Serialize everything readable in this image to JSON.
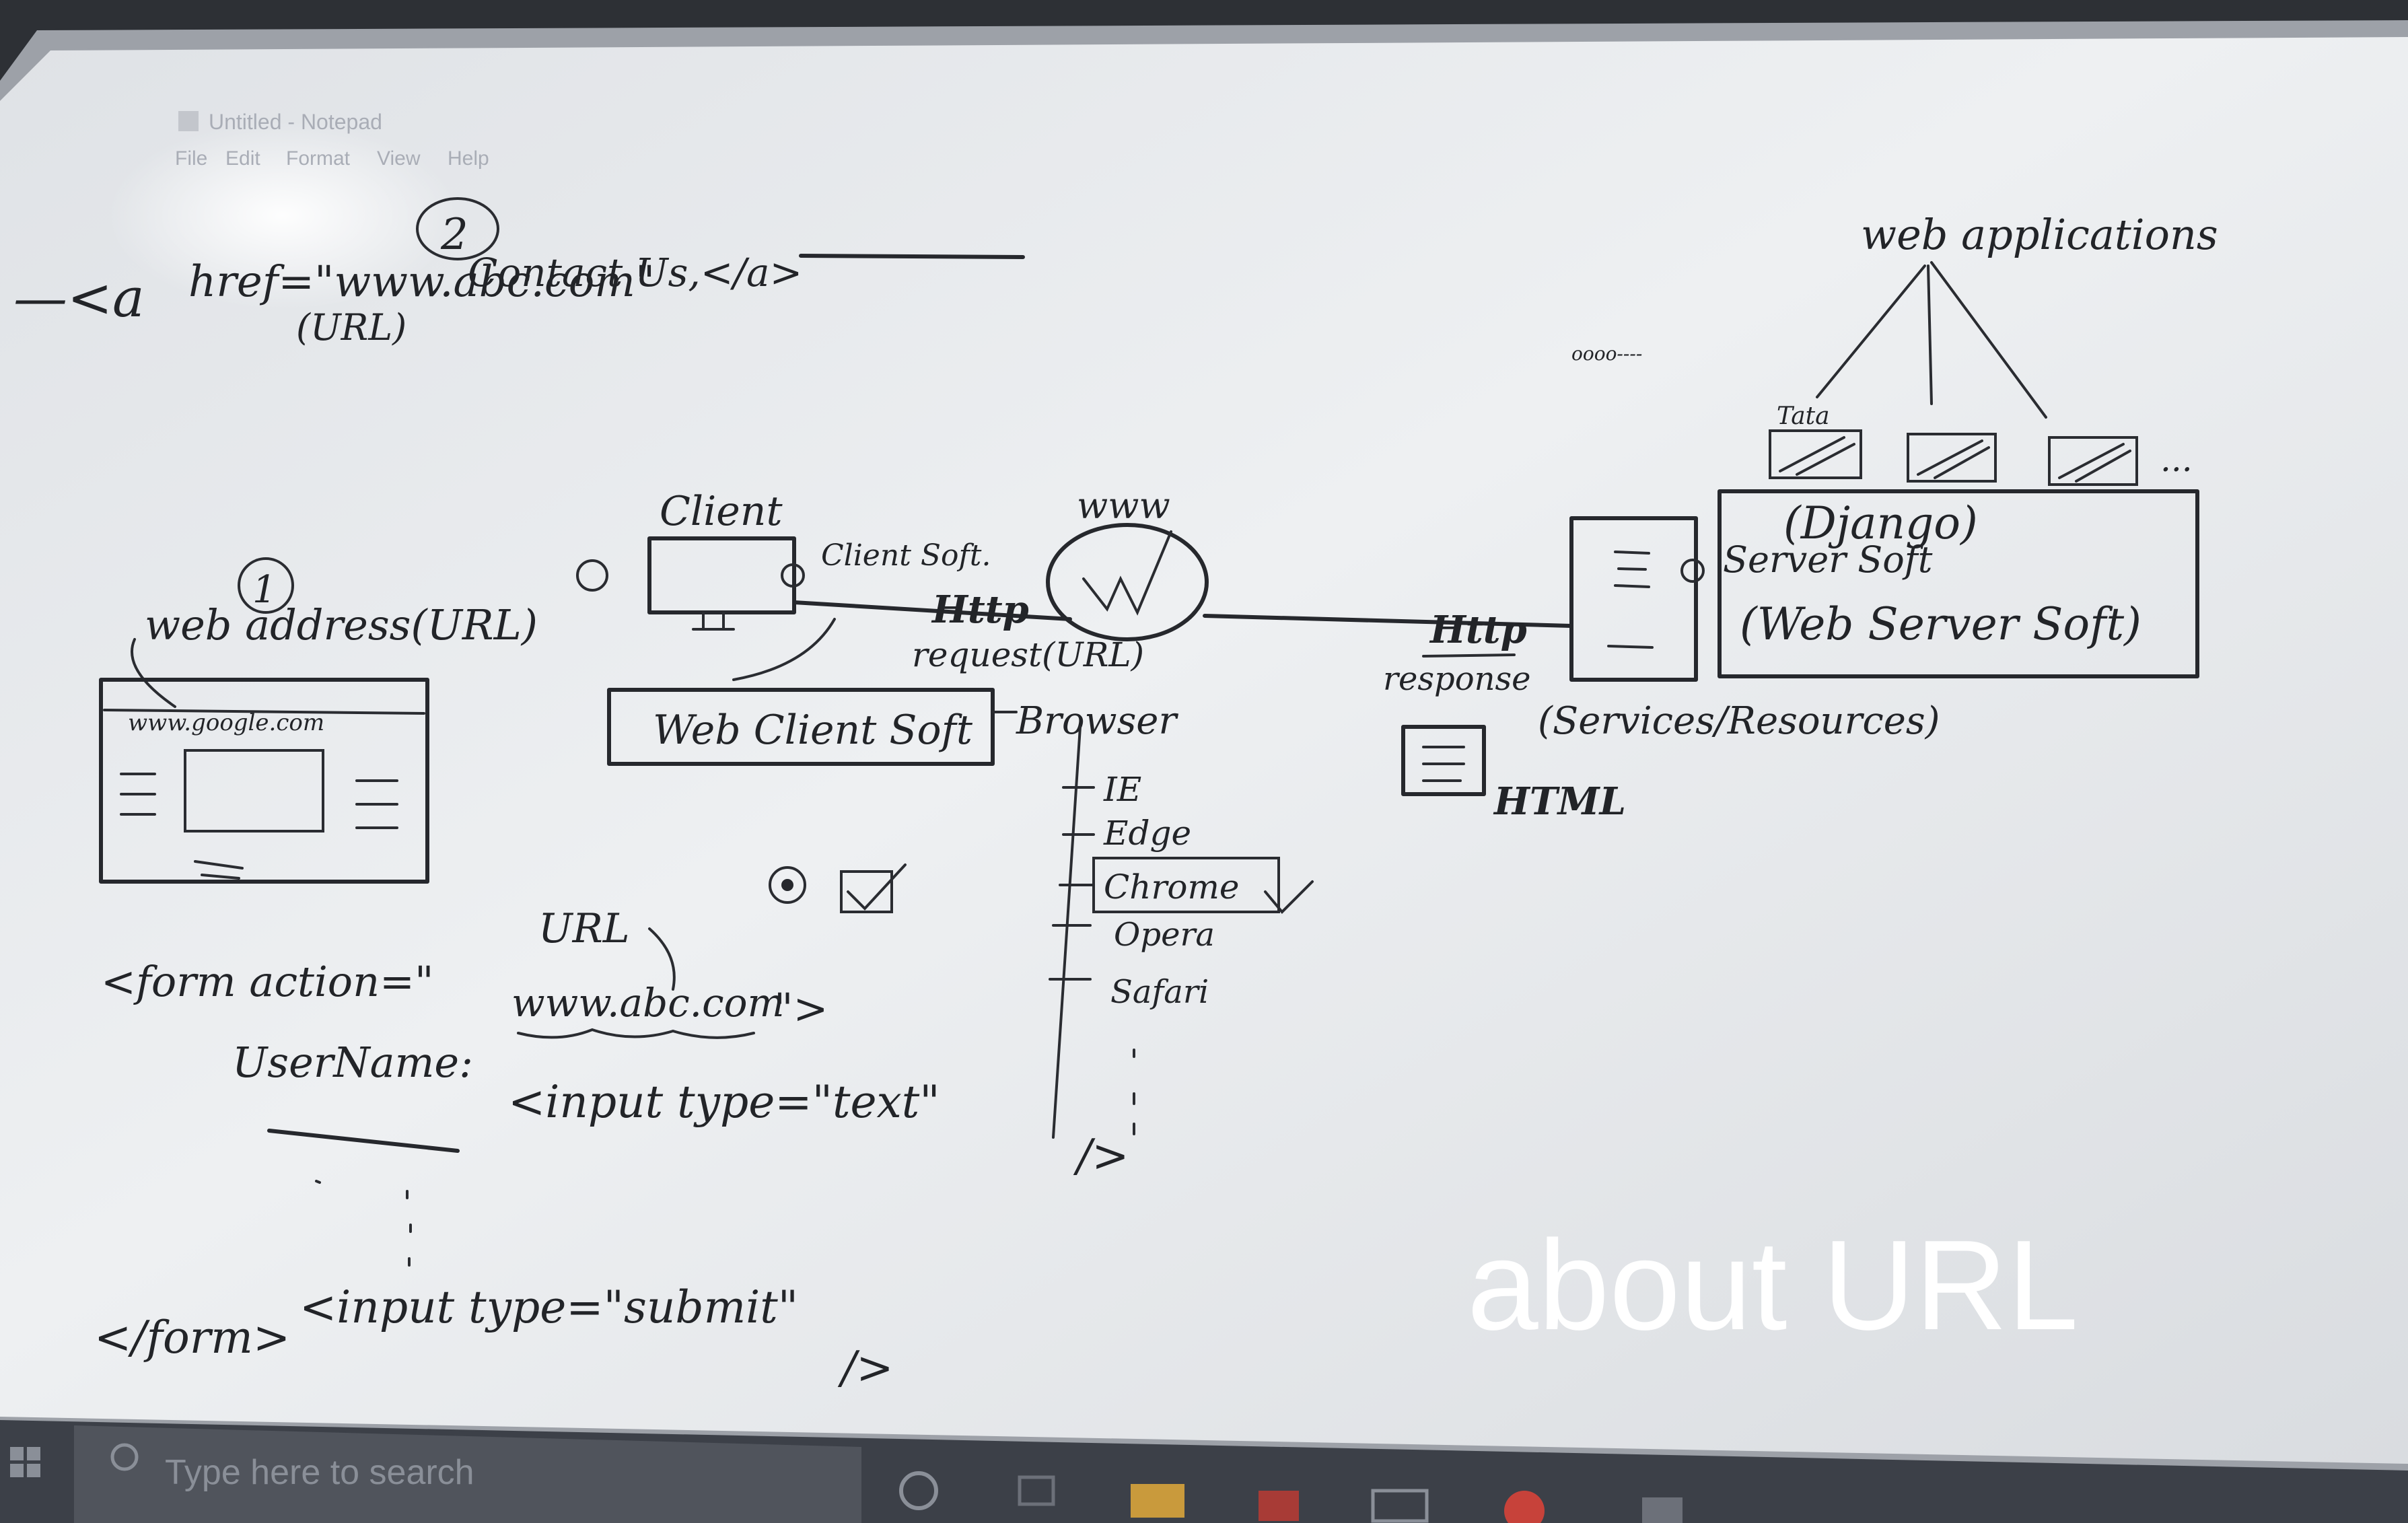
{
  "notepad": {
    "title": "Untitled - Notepad",
    "menu": [
      "File",
      "Edit",
      "Format",
      "View",
      "Help"
    ]
  },
  "anchor": {
    "lead": "—<a",
    "href": "href=\"www.abc.com\"",
    "url_note": "(URL)",
    "number": "2",
    "link_text": "Contact Us,</a>"
  },
  "web_apps": {
    "label": "web applications",
    "dots": "oooo----",
    "app_label": "Tata",
    "more": "..."
  },
  "server": {
    "framework": "(Django)",
    "soft": "Server Soft",
    "web_server": "(Web Server Soft)",
    "resources": "(Services/Resources)"
  },
  "client": {
    "number": "1",
    "web_address": "web address(URL)",
    "label": "Client",
    "client_soft": "Client Soft.",
    "web_client": "Web Client Soft",
    "browser": "Browser",
    "browsers": [
      "IE",
      "Edge",
      "Chrome",
      "Opera",
      "Safari"
    ],
    "google": "www.google.com"
  },
  "network": {
    "www": "www",
    "http_request": "Http",
    "request": "request(URL)",
    "http_response": "Http",
    "response": "response",
    "html": "HTML"
  },
  "form": {
    "url_label": "URL",
    "open": "<form action=\"",
    "action": "www.abc.com",
    "open_end": "\">",
    "username": "UserName:",
    "input_text": "<input type=\"text\"",
    "input_close": "/>",
    "input_submit": "<input type=\"submit\"",
    "submit_close": "/>",
    "close": "</form>"
  },
  "caption": "about URL",
  "taskbar": {
    "search_placeholder": "Type here to search"
  },
  "colors": {
    "board": "#e9ebee",
    "ink": "#26282d",
    "caption": "#ffffff",
    "taskbar": "#3c4048"
  }
}
